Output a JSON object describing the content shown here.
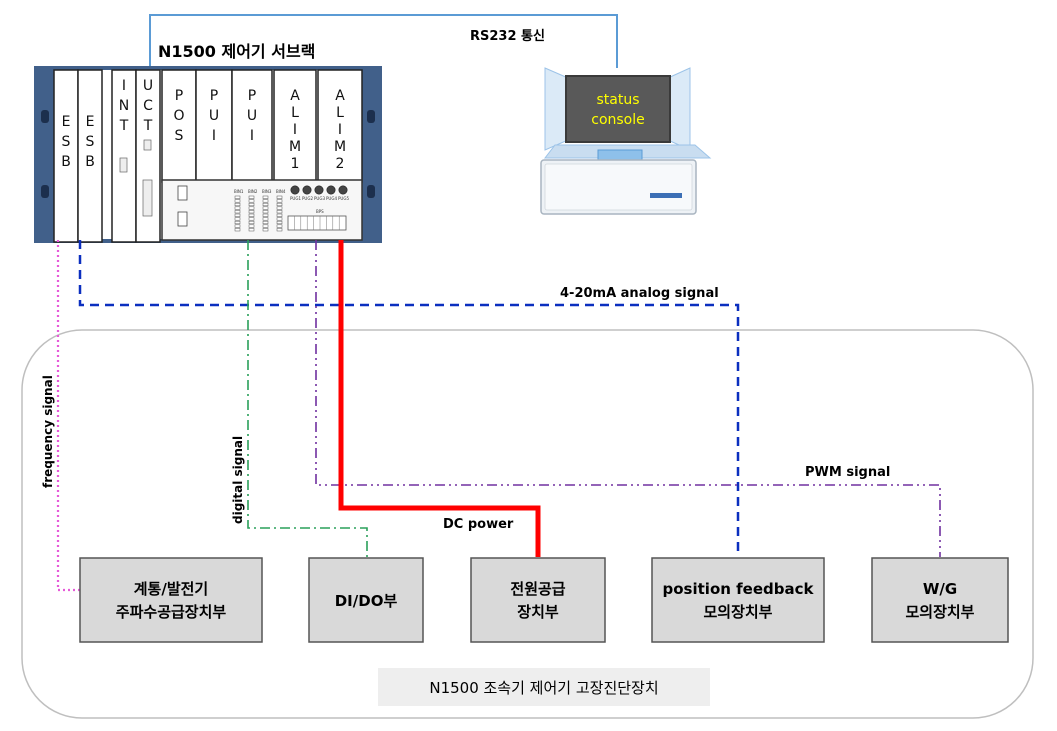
{
  "rack": {
    "title": "N1500 제어기 서브랙",
    "modules": [
      {
        "letters": [
          "E",
          "S",
          "B"
        ]
      },
      {
        "letters": [
          "E",
          "S",
          "B"
        ]
      },
      {
        "letters": [
          "I",
          "N",
          "T"
        ]
      },
      {
        "letters": [
          "U",
          "C",
          "T"
        ]
      },
      {
        "letters": [
          "P",
          "O",
          "S"
        ]
      },
      {
        "letters": [
          "P",
          "U",
          "I"
        ]
      },
      {
        "letters": [
          "P",
          "U",
          "I"
        ]
      },
      {
        "letters": [
          "A",
          "L",
          "I",
          "M",
          "1"
        ]
      },
      {
        "letters": [
          "A",
          "L",
          "I",
          "M",
          "2"
        ]
      }
    ],
    "bank_labels": [
      "BIN1",
      "BIN2",
      "BIN3",
      "BIN4"
    ],
    "knob_labels": [
      "PUG1",
      "PUG2",
      "PUG3",
      "PUG4",
      "PUG5"
    ],
    "terminal_label": "BPS"
  },
  "console": {
    "line1": "status",
    "line2": "console",
    "screen_color": "#595959",
    "text_color": "#ffff00"
  },
  "signals": {
    "rs232": "RS232 통신",
    "analog": "4-20mA analog signal",
    "frequency": "frequency signal",
    "digital": "digital signal",
    "pwm": "PWM signal",
    "dc_power": "DC power"
  },
  "boxes": [
    {
      "line1": "계통/발전기",
      "line2": "주파수공급장치부"
    },
    {
      "line1": "DI/DO부",
      "line2": ""
    },
    {
      "line1": "전원공급",
      "line2": "장치부"
    },
    {
      "line1": "position feedback",
      "line2": "모의장치부"
    },
    {
      "line1": "W/G",
      "line2": "모의장치부"
    }
  ],
  "footer": {
    "label": "N1500 조속기 제어기 고장진단장치"
  },
  "colors": {
    "rack_frame": "#41608a",
    "rs232_line": "#5b9bd5",
    "analog_line": "#0b2fbf",
    "frequency_line": "#e65bd8",
    "digital_line": "#2aa05a",
    "pwm_line": "#7030a0",
    "dc_power_line": "#ff0000",
    "box_fill": "#d9d9d9",
    "enclosure_stroke": "#bfbfbf"
  }
}
